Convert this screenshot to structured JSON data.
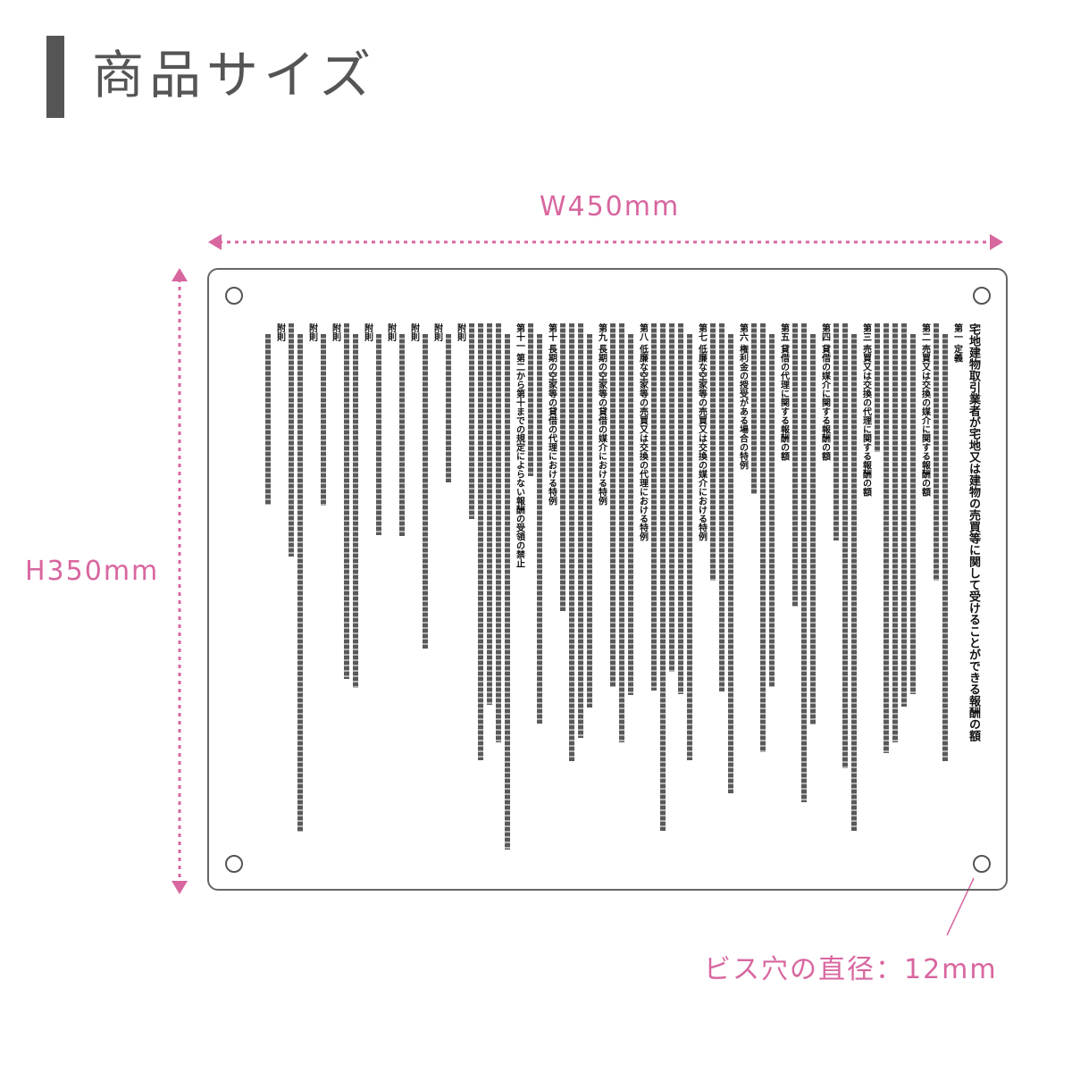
{
  "title": "商品サイズ",
  "width_label": "W450mm",
  "height_label": "H350mm",
  "hole_label": "ビス穴の直径：12mm",
  "accent_color": "#d8669f",
  "plate": {
    "title": "宅地建物取引業者が宅地又は建物の売買等に関して受けることができる報酬の額",
    "sections": [
      "第一 定義",
      "第二 売買又は交換の媒介に関する報酬の額",
      "第三 売買又は交換の代理に関する報酬の額",
      "第四 貸借の媒介に関する報酬の額",
      "第五 貸借の代理に関する報酬の額",
      "第六 権利金の授受がある場合の特例",
      "第七 低廉な空家等の売買又は交換の媒介における特例",
      "第八 低廉な空家等の売買又は交換の代理における特例",
      "第九 長期の空家等の貸借の媒介における特例",
      "第十 長期の空家等の貸借の代理における特例",
      "第十一 第二から第十までの規定によらない報酬の受領の禁止",
      "附則",
      "附則",
      "附則",
      "附則",
      "附則",
      "附則",
      "附則",
      "附則"
    ]
  }
}
